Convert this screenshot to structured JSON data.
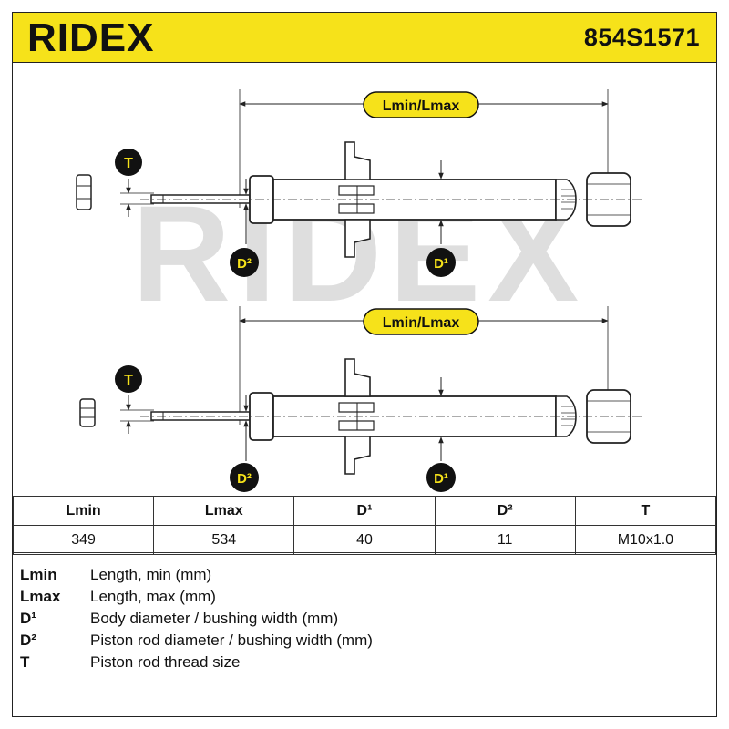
{
  "header": {
    "brand": "RIDEX",
    "part_number": "854S1571",
    "background_color": "#f6e21a"
  },
  "diagram": {
    "watermark": "RIDEX",
    "top": {
      "length_label": "Lmin/Lmax",
      "thread_label": "T",
      "rod_label": "D²",
      "body_label": "D¹"
    },
    "bottom": {
      "length_label": "Lmin/Lmax",
      "thread_label": "T",
      "rod_label": "D²",
      "body_label": "D¹"
    },
    "badge_color": "#f6e21a"
  },
  "specs": {
    "headers": [
      "Lmin",
      "Lmax",
      "D¹",
      "D²",
      "T"
    ],
    "values": [
      "349",
      "534",
      "40",
      "11",
      "M10x1.0"
    ]
  },
  "legend": [
    {
      "key": "Lmin",
      "desc": "Length, min (mm)"
    },
    {
      "key": "Lmax",
      "desc": "Length, max (mm)"
    },
    {
      "key": "D¹",
      "desc": "Body diameter / bushing width (mm)"
    },
    {
      "key": "D²",
      "desc": "Piston rod diameter / bushing width (mm)"
    },
    {
      "key": "T",
      "desc": "Piston rod thread size"
    }
  ]
}
